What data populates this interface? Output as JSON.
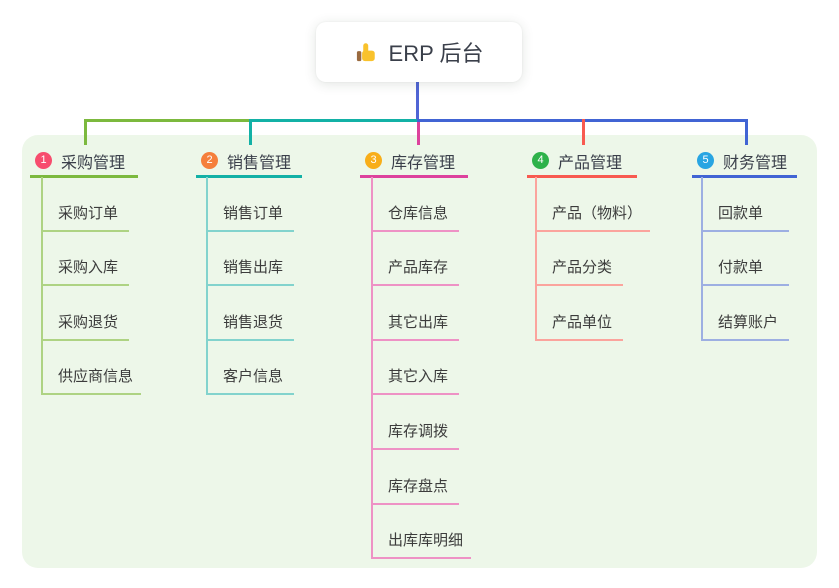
{
  "root": {
    "label": "ERP 后台",
    "icon": "thumbs-up-icon"
  },
  "theme": {
    "canvas_bg": "#ffffff",
    "panel_bg": "#edf7e9",
    "root_box_bg": "#ffffff",
    "text_color": "#3a3f4a",
    "leaf_text_color": "#3c3c3c",
    "root_line_color": "#5065d5",
    "icon_hand_color": "#f9c22c",
    "icon_cuff_color": "#9a6a3f"
  },
  "branches": [
    {
      "index": "1",
      "label": "采购管理",
      "badge_color": "#f74d6e",
      "line_color": "#7cb93e",
      "sub_line_color": "#aed383",
      "children": [
        "采购订单",
        "采购入库",
        "采购退货",
        "供应商信息"
      ]
    },
    {
      "index": "2",
      "label": "销售管理",
      "badge_color": "#f57f3b",
      "line_color": "#13b1a6",
      "sub_line_color": "#82d3cd",
      "children": [
        "销售订单",
        "销售出库",
        "销售退货",
        "客户信息"
      ]
    },
    {
      "index": "3",
      "label": "库存管理",
      "badge_color": "#f8ae19",
      "line_color": "#dd429d",
      "sub_line_color": "#ee92c5",
      "children": [
        "仓库信息",
        "产品库存",
        "其它出库",
        "其它入库",
        "库存调拨",
        "库存盘点",
        "出库库明细"
      ]
    },
    {
      "index": "4",
      "label": "产品管理",
      "badge_color": "#2eb24a",
      "line_color": "#f85a50",
      "sub_line_color": "#fba49d",
      "children": [
        "产品（物料）",
        "产品分类",
        "产品单位"
      ]
    },
    {
      "index": "5",
      "label": "财务管理",
      "badge_color": "#28a5e2",
      "line_color": "#4164d4",
      "sub_line_color": "#9dafe2",
      "children": [
        "回款单",
        "付款单",
        "结算账户"
      ]
    }
  ]
}
